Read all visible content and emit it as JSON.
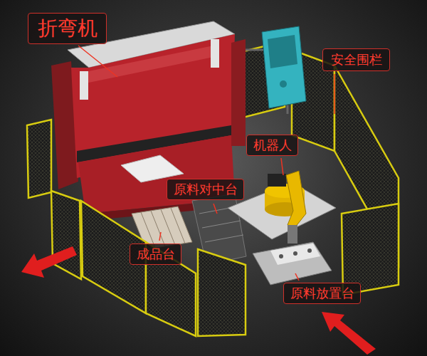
{
  "diagram": {
    "nodes": [
      {
        "text": [
          "折弯机"
        ]
      },
      {
        "text": [
          "安全围栏"
        ]
      },
      {
        "text": [
          "机器人"
        ]
      },
      {
        "text": [
          "原料对中台"
        ]
      },
      {
        "text": [
          "成品台"
        ]
      },
      {
        "text": [
          "原料放置台"
        ]
      }
    ]
  }
}
